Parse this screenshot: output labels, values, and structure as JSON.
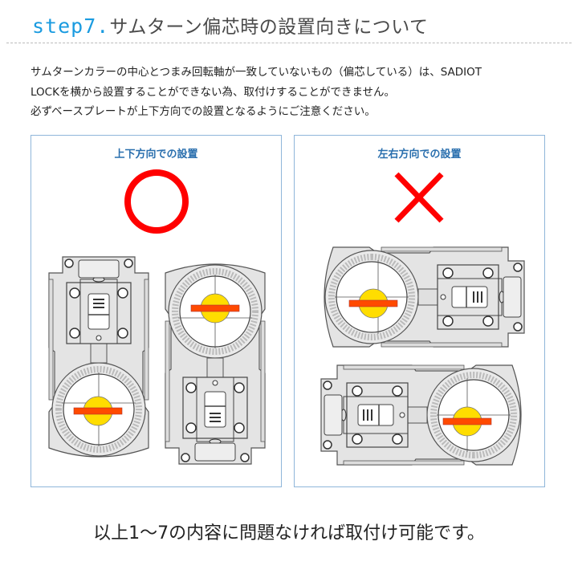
{
  "header": {
    "step": "step7.",
    "title": "サムターン偏芯時の設置向きについて"
  },
  "intro": {
    "lines": [
      "サムターンカラーの中心とつまみ回転軸が一致していないもの（偏芯している）は、SADIOT",
      "LOCKを横から設置することができない為、取付けすることができません。",
      "必ずベースプレートが上下方向での設置となるようにご注意ください。"
    ]
  },
  "panels": [
    {
      "title": "上下方向での設置",
      "mark": "circle-ok"
    },
    {
      "title": "左右方向での設置",
      "mark": "cross-ng"
    }
  ],
  "colors": {
    "accent": "#1a9be0",
    "mark": "#ff0000",
    "knob": "#ffdd00",
    "bar": "#ff4a00",
    "plate": "#e4e4e4"
  },
  "footer": {
    "text": "以上1～7の内容に問題なければ取付け可能です。"
  }
}
